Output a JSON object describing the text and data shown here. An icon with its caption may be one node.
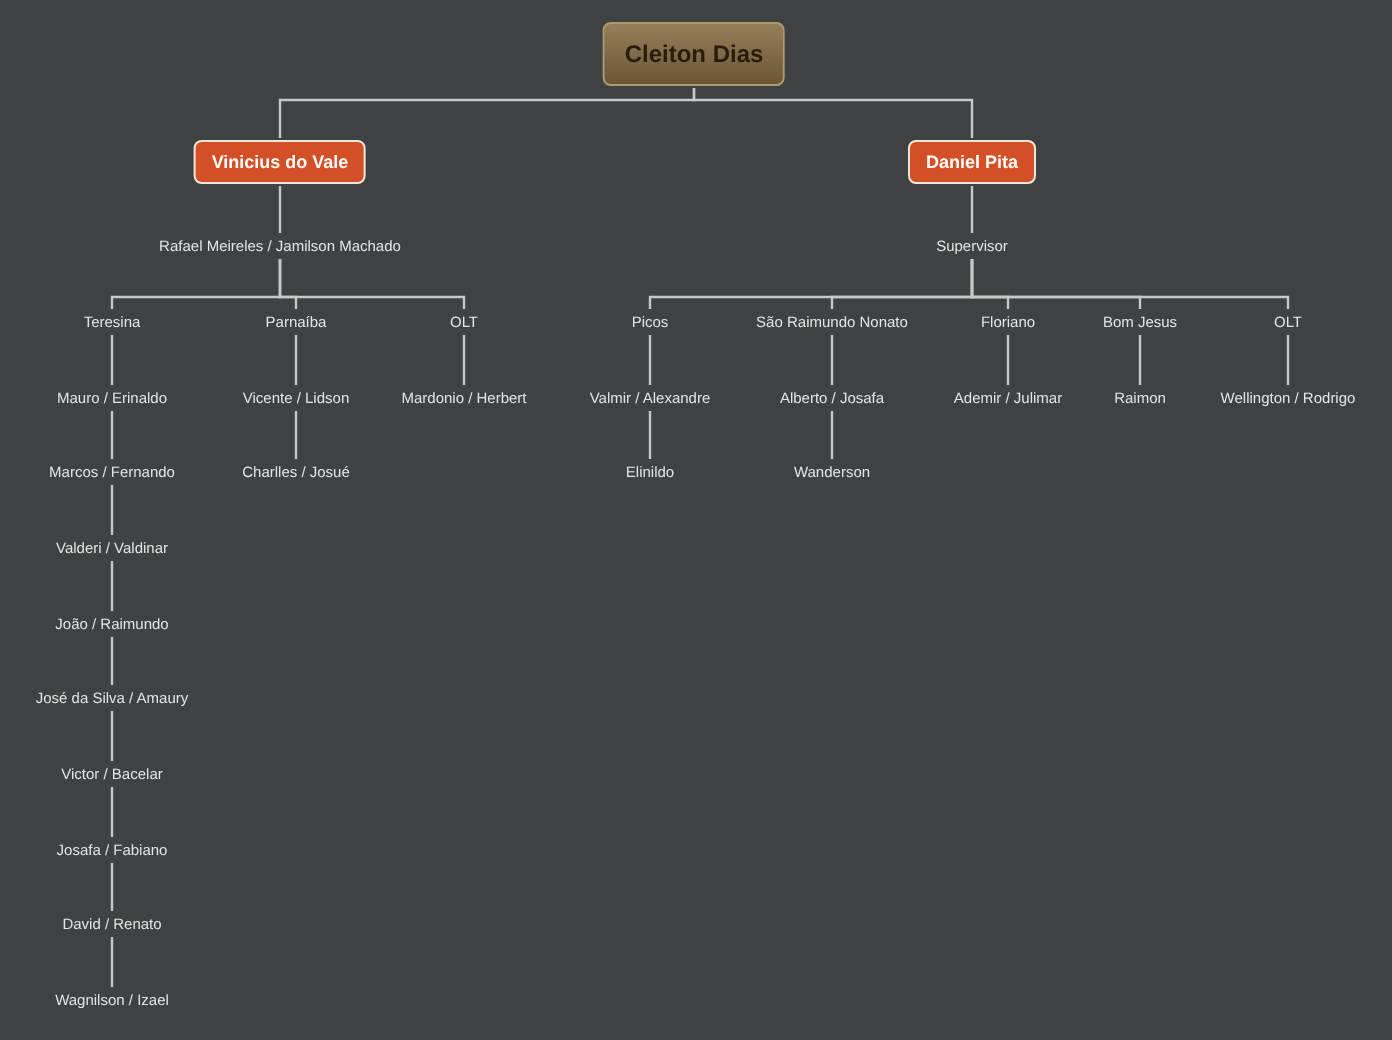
{
  "diagram": {
    "nodes": [
      {
        "text": [
          "Cleiton Dias"
        ]
      },
      {
        "text": [
          "Vinicius do Vale"
        ]
      },
      {
        "text": [
          "Daniel Pita"
        ]
      },
      {
        "text": [
          "Rafael Meireles / Jamilson Machado"
        ]
      },
      {
        "text": [
          "Teresina"
        ]
      },
      {
        "text": [
          "Parnaíba"
        ]
      },
      {
        "text": [
          "OLT"
        ]
      },
      {
        "text": [
          "Mauro / Erinaldo"
        ]
      },
      {
        "text": [
          "Vicente / Lidson"
        ]
      },
      {
        "text": [
          "Mardonio / Herbert"
        ]
      },
      {
        "text": [
          "Marcos / Fernando"
        ]
      },
      {
        "text": [
          "Charlles / Josué"
        ]
      },
      {
        "text": [
          "Valderi / Valdinar"
        ]
      },
      {
        "text": [
          "João / Raimundo"
        ]
      },
      {
        "text": [
          "José da Silva / Amaury"
        ]
      },
      {
        "text": [
          "Victor / Bacelar"
        ]
      },
      {
        "text": [
          "Josafa / Fabiano"
        ]
      },
      {
        "text": [
          "David / Renato"
        ]
      },
      {
        "text": [
          "Wagnilson / Izael"
        ]
      },
      {
        "text": [
          "Supervisor"
        ]
      },
      {
        "text": [
          "Picos"
        ]
      },
      {
        "text": [
          "São Raimundo Nonato"
        ]
      },
      {
        "text": [
          "Floriano"
        ]
      },
      {
        "text": [
          "Bom Jesus"
        ]
      },
      {
        "text": [
          "OLT"
        ]
      },
      {
        "text": [
          "Valmir / Alexandre"
        ]
      },
      {
        "text": [
          "Alberto / Josafa"
        ]
      },
      {
        "text": [
          "Ademir / Julimar"
        ]
      },
      {
        "text": [
          "Raimon"
        ]
      },
      {
        "text": [
          "Wellington / Rodrigo"
        ]
      },
      {
        "text": [
          "Elinildo"
        ]
      },
      {
        "text": [
          "Wanderson"
        ]
      }
    ],
    "edges": [
      {
        "from": 0,
        "to": 1,
        "arrow": "none"
      },
      {
        "from": 0,
        "to": 2,
        "arrow": "none"
      },
      {
        "from": 1,
        "to": 3,
        "arrow": "none"
      },
      {
        "from": 3,
        "to": 4,
        "arrow": "none"
      },
      {
        "from": 3,
        "to": 5,
        "arrow": "none"
      },
      {
        "from": 3,
        "to": 6,
        "arrow": "none"
      },
      {
        "from": 4,
        "to": 7,
        "arrow": "none"
      },
      {
        "from": 7,
        "to": 10,
        "arrow": "none"
      },
      {
        "from": 10,
        "to": 12,
        "arrow": "none"
      },
      {
        "from": 12,
        "to": 13,
        "arrow": "none"
      },
      {
        "from": 13,
        "to": 14,
        "arrow": "none"
      },
      {
        "from": 14,
        "to": 15,
        "arrow": "none"
      },
      {
        "from": 15,
        "to": 16,
        "arrow": "none"
      },
      {
        "from": 16,
        "to": 17,
        "arrow": "none"
      },
      {
        "from": 17,
        "to": 18,
        "arrow": "none"
      },
      {
        "from": 5,
        "to": 8,
        "arrow": "none"
      },
      {
        "from": 8,
        "to": 11,
        "arrow": "none"
      },
      {
        "from": 6,
        "to": 9,
        "arrow": "none"
      },
      {
        "from": 2,
        "to": 19,
        "arrow": "none"
      },
      {
        "from": 19,
        "to": 20,
        "arrow": "none"
      },
      {
        "from": 19,
        "to": 21,
        "arrow": "none"
      },
      {
        "from": 19,
        "to": 22,
        "arrow": "none"
      },
      {
        "from": 19,
        "to": 23,
        "arrow": "none"
      },
      {
        "from": 19,
        "to": 24,
        "arrow": "none"
      },
      {
        "from": 20,
        "to": 25,
        "arrow": "none"
      },
      {
        "from": 25,
        "to": 30,
        "arrow": "none"
      },
      {
        "from": 21,
        "to": 26,
        "arrow": "none"
      },
      {
        "from": 26,
        "to": 31,
        "arrow": "none"
      },
      {
        "from": 22,
        "to": 27,
        "arrow": "none"
      },
      {
        "from": 23,
        "to": 28,
        "arrow": "none"
      },
      {
        "from": 24,
        "to": 29,
        "arrow": "none"
      }
    ]
  }
}
